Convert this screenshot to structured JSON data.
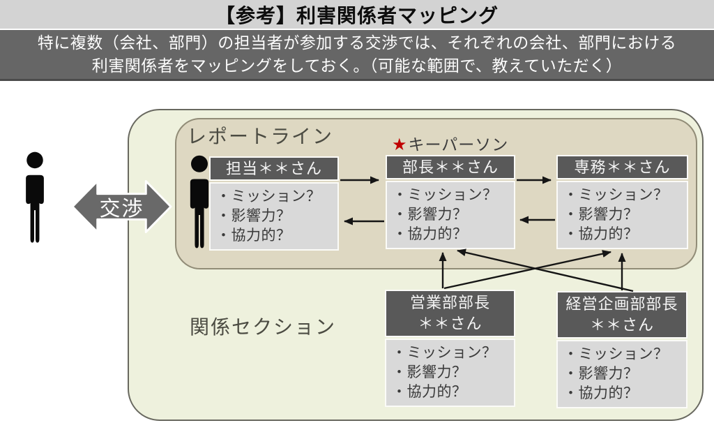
{
  "colors": {
    "title_bg": "#d3d3d3",
    "band_bg": "#666666",
    "outer_fill": "#eef1dd",
    "inner_fill": "#ded8c2",
    "header_fill": "#595959",
    "body_fill": "#d9d9d9",
    "star_red": "#c00000",
    "nego_fill": "#696969"
  },
  "title": "【参考】利害関係者マッピング",
  "subtitle": {
    "line1": "特に複数（会社、部門）の担当者が参加する交渉では、それぞれの会社、部門における",
    "line2": "利害関係者をマッピングをしておく。（可能な範囲で、教えていただく）"
  },
  "diagram": {
    "negotiation_label": "交渉",
    "report_line_label": "レポートライン",
    "key_person_star": "★",
    "key_person_label": "キーパーソン",
    "related_section_label": "関係セクション",
    "cards": {
      "tantou": {
        "title": "担当＊＊さん",
        "bullets": [
          "・ミッション？",
          "・影響力？",
          "・協力的？"
        ]
      },
      "buchou": {
        "title": "部長＊＊さん",
        "bullets": [
          "・ミッション？",
          "・影響力？",
          "・協力的？"
        ]
      },
      "senmu": {
        "title": "専務＊＊さん",
        "bullets": [
          "・ミッション？",
          "・影響力？",
          "・協力的？"
        ]
      },
      "eigyo": {
        "title_line1": "営業部部長",
        "title_line2": "＊＊さん",
        "bullets": [
          "・ミッション？",
          "・影響力？",
          "・協力的？"
        ]
      },
      "keiei": {
        "title_line1": "経営企画部部長",
        "title_line2": "＊＊さん",
        "bullets": [
          "・ミッション？",
          "・影響力？",
          "・協力的？"
        ]
      }
    }
  }
}
